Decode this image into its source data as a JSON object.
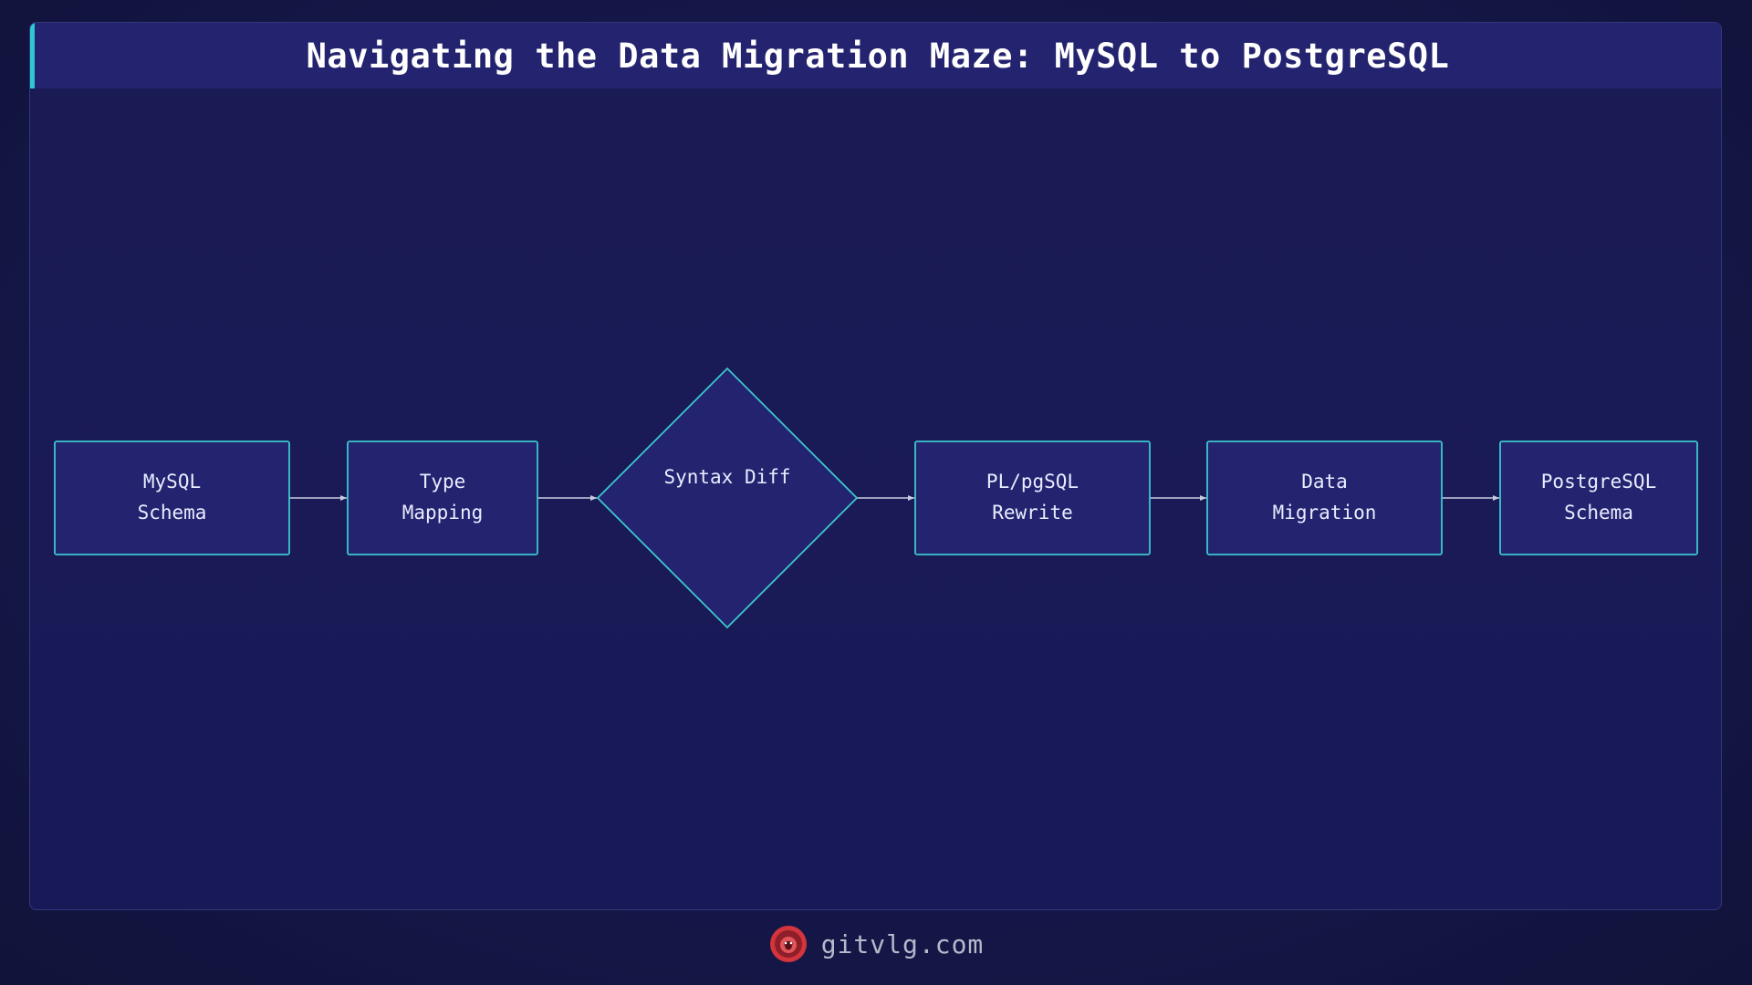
{
  "title": "Navigating the Data Migration Maze: MySQL to PostgreSQL",
  "nodes": [
    {
      "id": "mysql-schema",
      "shape": "rect",
      "lines": [
        "MySQL",
        "Schema"
      ]
    },
    {
      "id": "type-mapping",
      "shape": "rect",
      "lines": [
        "Type",
        "Mapping"
      ]
    },
    {
      "id": "syntax-diff",
      "shape": "diamond",
      "lines": [
        "Syntax Diff"
      ]
    },
    {
      "id": "plpgsql-rewrite",
      "shape": "rect",
      "lines": [
        "PL/pgSQL",
        "Rewrite"
      ]
    },
    {
      "id": "data-migration",
      "shape": "rect",
      "lines": [
        "Data",
        "Migration"
      ]
    },
    {
      "id": "postgresql-schema",
      "shape": "rect",
      "lines": [
        "PostgreSQL",
        "Schema"
      ]
    }
  ],
  "edges": [
    [
      "mysql-schema",
      "type-mapping"
    ],
    [
      "type-mapping",
      "syntax-diff"
    ],
    [
      "syntax-diff",
      "plpgsql-rewrite"
    ],
    [
      "plpgsql-rewrite",
      "data-migration"
    ],
    [
      "data-migration",
      "postgresql-schema"
    ]
  ],
  "colors": {
    "node_fill": "#23236f",
    "node_border": "#3cc7cf",
    "edge": "#c9cce0",
    "accent": "#2fc7d4",
    "logo": "#d4343c"
  },
  "footer": {
    "site": "gitvlg.com",
    "logo_icon": "lion-head-logo"
  }
}
